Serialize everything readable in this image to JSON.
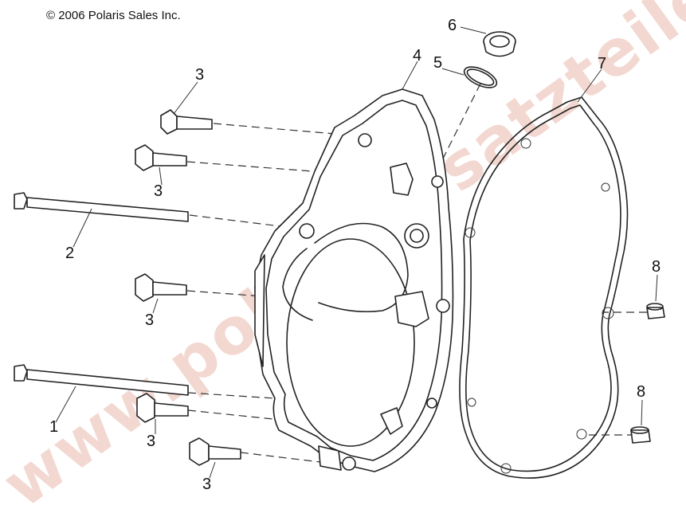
{
  "copyright": "© 2006 Polaris Sales Inc.",
  "watermark": "www.polarisersatzteile.de",
  "callouts": {
    "c1": "1",
    "c2": "2",
    "c3a": "3",
    "c3b": "3",
    "c3c": "3",
    "c3d": "3",
    "c3e": "3",
    "c4": "4",
    "c5": "5",
    "c6": "6",
    "c7": "7",
    "c8a": "8",
    "c8b": "8"
  },
  "colors": {
    "line": "#222222",
    "watermark": "#f2d8d0"
  }
}
